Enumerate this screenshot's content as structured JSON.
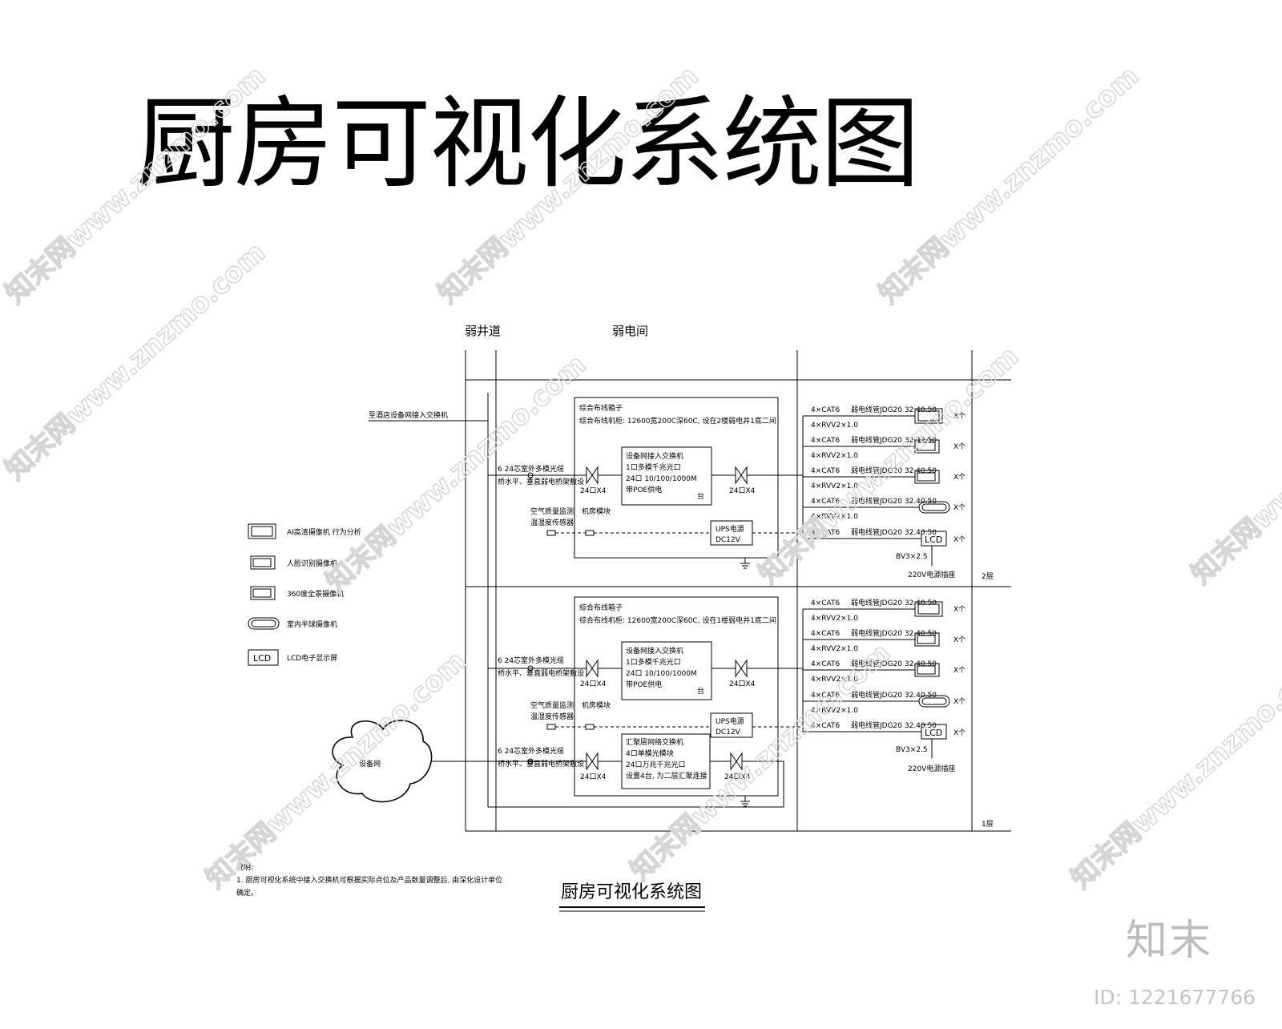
{
  "title": "厨房可视化系统图",
  "columns": {
    "shaft": "弱井道",
    "room": "弱电间"
  },
  "uplink": "至酒店设备网接入交换机",
  "floors": [
    {
      "label": "2层",
      "cabinet": "综合布线箱子",
      "cabinet_desc": "综合布线机柜: 12600宽200C深60C, 设在2楼弱电井1底二间",
      "switch": [
        "设备网接入交换机",
        "1口多模千兆光口",
        "24口 10/100/1000M",
        "带POE供电",
        "台"
      ],
      "switch_label": "设备网接入交换机",
      "fiber": [
        "6 24芯室外多模光缆",
        "桥水平、垂直弱电桥架敷设"
      ],
      "port_left": "24口X4",
      "port_right": "24口X4",
      "sensor": [
        "空气质量监测",
        "温湿度传感器"
      ],
      "module": "机房模块",
      "ups": [
        "UPS电源",
        "DC12V"
      ],
      "cables": [
        [
          "4×CAT6",
          "弱电线管JDG20 32.40.50",
          "4×RVV2×1.0"
        ],
        [
          "4×CAT6",
          "弱电线管JDG20 32.40.50",
          "4×RVV2×1.0"
        ],
        [
          "4×CAT6",
          "弱电线管JDG20 32.40.50",
          "4×RVV2×1.0"
        ],
        [
          "4×CAT6",
          "弱电线管JDG20 32.40.50",
          "4×RVV2×1.0"
        ],
        [
          "4×CAT6",
          "弱电线管JDG20 32.40.50",
          ""
        ]
      ],
      "qty": "X个",
      "socket_cable": "BV3×2.5",
      "socket": "220V电源插座"
    },
    {
      "label": "1层",
      "cabinet": "综合布线箱子",
      "cabinet_desc": "综合布线机柜: 12600宽200C深60C, 设在1楼弱电井1底二间",
      "switch": [
        "设备网接入交换机",
        "1口多模千兆光口",
        "24口 10/100/1000M",
        "带POE供电",
        "台"
      ],
      "switch_label": "设备网接入交换机",
      "fiber": [
        "6 24芯室外多模光缆",
        "桥水平、垂直弱电桥架敷设"
      ],
      "port_left": "24口X4",
      "port_right": "24口X4",
      "sensor": [
        "空气质量监测",
        "温湿度传感器"
      ],
      "module": "机房模块",
      "ups": [
        "UPS电源",
        "DC12V"
      ],
      "core_switch": [
        "汇聚层网络交换机",
        "4口单模光模块",
        "24口万兆千兆光口",
        "设置4台, 为二层汇聚连接"
      ],
      "fiber2": [
        "6 24芯室外多模光缆",
        "桥水平、垂直弱电桥架敷设"
      ],
      "cables": [
        [
          "4×CAT6",
          "弱电线管JDG20 32.40.50",
          "4×RVV2×1.0"
        ],
        [
          "4×CAT6",
          "弱电线管JDG20 32.40.50",
          "4×RVV2×1.0"
        ],
        [
          "4×CAT6",
          "弱电线管JDG20 32.40.50",
          "4×RVV2×1.0"
        ],
        [
          "4×CAT6",
          "弱电线管JDG20 32.40.50",
          "4×RVV2×1.0"
        ],
        [
          "4×CAT6",
          "弱电线管JDG20 32.40.50",
          ""
        ]
      ],
      "qty": "X个",
      "socket_cable": "BV3×2.5",
      "socket": "220V电源插座"
    }
  ],
  "cloud": "设备网",
  "legend": [
    {
      "icon": "camera-icon",
      "label": "AI高清摄像机 行为分析"
    },
    {
      "icon": "camera-icon",
      "label": "人脸识别摄像机"
    },
    {
      "icon": "camera-icon",
      "label": "360度全景摄像机"
    },
    {
      "icon": "dome-camera-icon",
      "label": "室内半球摄像机"
    },
    {
      "icon": "lcd-icon",
      "label": "LCD电子显示屏"
    }
  ],
  "lcd": "LCD",
  "notes": [
    "说明:",
    "1. 厨房可视化系统中接入交换机可根据实际点位及产品数量调整后, 由深化设计单位",
    "确定。"
  ],
  "caption": "厨房可视化系统图",
  "brand": "知末",
  "image_id": "ID: 1221677766",
  "watermark": "知末网www.znzmo.com"
}
